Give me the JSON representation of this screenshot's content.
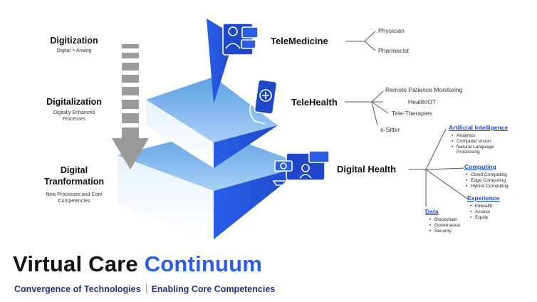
{
  "stages": [
    {
      "title": "Digitization",
      "subtitle": "Digital > Analog"
    },
    {
      "title": "Digitalization",
      "subtitle": "Digitally Enhanced Processes"
    },
    {
      "title": "Digital Tranformation",
      "subtitle": "New Processes and Core Competencies"
    }
  ],
  "tiers": {
    "telemedicine": {
      "label": "TeleMedicine",
      "branches": [
        "Physician",
        "Pharmacist"
      ]
    },
    "telehealth": {
      "label": "TeleHealth",
      "branches": [
        "Remote Patience Monitoring",
        "HealthIOT",
        "Tele-Therapies",
        "e-Sitter"
      ]
    },
    "digital_health": {
      "label": "Digital Health",
      "categories": [
        {
          "name": "Artificial Intelligence",
          "items": [
            "Analytics",
            "Computer Vision",
            "Natural Language Processing"
          ]
        },
        {
          "name": "Computing",
          "items": [
            "Cloud Computing",
            "Edge Computing",
            "Hybrid Computing"
          ]
        },
        {
          "name": "Experience",
          "items": [
            "mHealth",
            "Access",
            "Equity"
          ]
        },
        {
          "name": "Data",
          "items": [
            "Blockchain",
            "Governance",
            "Security"
          ]
        }
      ]
    }
  },
  "title": {
    "part1": "Virtual Care",
    "part2": "Continuum"
  },
  "subtitle": {
    "left": "Convergence of Technologies",
    "right": "Enabling Core Competencies"
  },
  "icons": {
    "telemedicine": "doctor-monitor-icon",
    "telehealth": "phone-medical-icon",
    "digital_health": "devices-health-icon",
    "arrow": "down-arrow-icon"
  },
  "colors": {
    "blue": "#2a5ee8",
    "light_blue": "#7fb6ee",
    "navy": "#21337a",
    "link": "#1f4fd6"
  }
}
